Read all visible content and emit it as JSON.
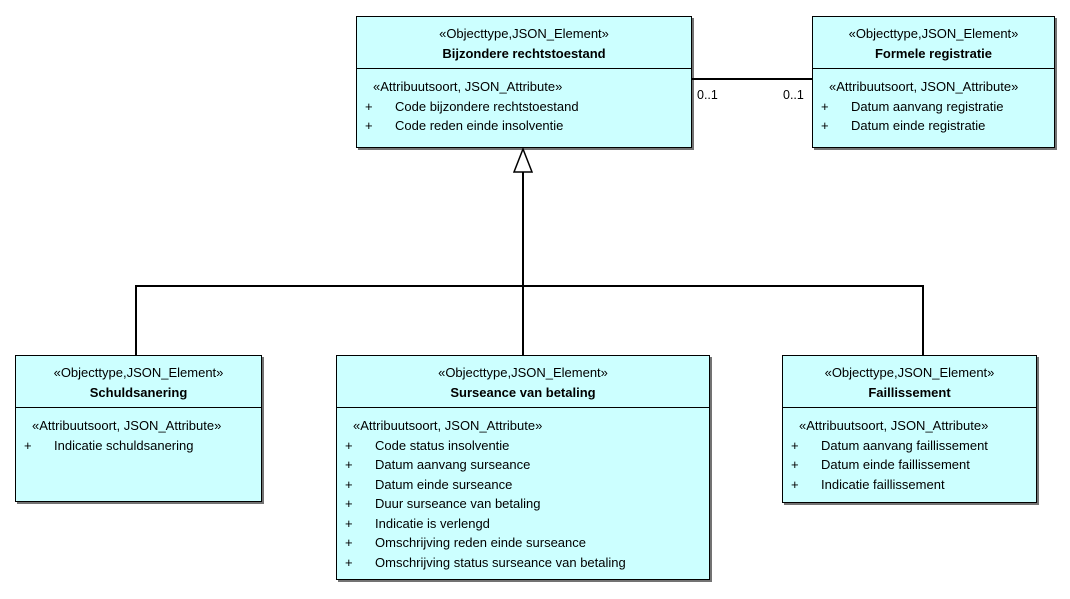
{
  "diagram": {
    "classes": [
      {
        "id": "bijzondere-rechtstoestand",
        "stereotype": "«Objecttype,JSON_Element»",
        "name": "Bijzondere rechtstoestand",
        "attr_stereotype": "«Attribuutsoort, JSON_Attribute»",
        "attributes": [
          {
            "vis": "+",
            "label": "Code bijzondere rechtstoestand"
          },
          {
            "vis": "+",
            "label": "Code reden einde insolventie"
          }
        ]
      },
      {
        "id": "formele-registratie",
        "stereotype": "«Objecttype,JSON_Element»",
        "name": "Formele registratie",
        "attr_stereotype": "«Attribuutsoort, JSON_Attribute»",
        "attributes": [
          {
            "vis": "+",
            "label": "Datum aanvang registratie"
          },
          {
            "vis": "+",
            "label": "Datum einde registratie"
          }
        ]
      },
      {
        "id": "schuldsanering",
        "stereotype": "«Objecttype,JSON_Element»",
        "name": "Schuldsanering",
        "attr_stereotype": "«Attribuutsoort, JSON_Attribute»",
        "attributes": [
          {
            "vis": "+",
            "label": "Indicatie schuldsanering"
          }
        ]
      },
      {
        "id": "surseance-van-betaling",
        "stereotype": "«Objecttype,JSON_Element»",
        "name": "Surseance van betaling",
        "attr_stereotype": "«Attribuutsoort, JSON_Attribute»",
        "attributes": [
          {
            "vis": "+",
            "label": "Code status insolventie"
          },
          {
            "vis": "+",
            "label": "Datum aanvang surseance"
          },
          {
            "vis": "+",
            "label": "Datum einde surseance"
          },
          {
            "vis": "+",
            "label": "Duur surseance van betaling"
          },
          {
            "vis": "+",
            "label": "Indicatie is verlengd"
          },
          {
            "vis": "+",
            "label": "Omschrijving reden einde surseance"
          },
          {
            "vis": "+",
            "label": "Omschrijving status surseance van betaling"
          }
        ]
      },
      {
        "id": "faillissement",
        "stereotype": "«Objecttype,JSON_Element»",
        "name": "Faillissement",
        "attr_stereotype": "«Attribuutsoort, JSON_Attribute»",
        "attributes": [
          {
            "vis": "+",
            "label": "Datum aanvang faillissement"
          },
          {
            "vis": "+",
            "label": "Datum einde faillissement"
          },
          {
            "vis": "+",
            "label": "Indicatie faillissement"
          }
        ]
      }
    ],
    "association": {
      "source_multiplicity": "0..1",
      "target_multiplicity": "0..1"
    }
  }
}
